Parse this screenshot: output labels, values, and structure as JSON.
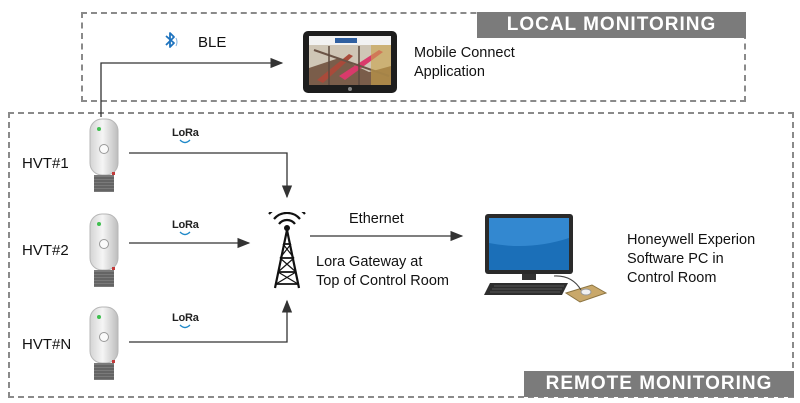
{
  "sections": {
    "local": {
      "title": "LOCAL MONITORING"
    },
    "remote": {
      "title": "REMOTE MONITORING"
    }
  },
  "ble": {
    "icon": "bluetooth-icon",
    "label": "BLE"
  },
  "mobile": {
    "line1": "Mobile Connect",
    "line2": "Application"
  },
  "sensors": [
    {
      "label": "HVT#1",
      "radio": "LoRa"
    },
    {
      "label": "HVT#2",
      "radio": "LoRa"
    },
    {
      "label": "HVT#N",
      "radio": "LoRa"
    }
  ],
  "gateway": {
    "line1": "Lora Gateway at",
    "line2": "Top of Control Room",
    "icon": "radio-tower-icon"
  },
  "link": {
    "label": "Ethernet"
  },
  "pc": {
    "line1": "Honeywell Experion",
    "line2": "Software PC in",
    "line3": "Control Room",
    "icon": "desktop-computer-icon"
  },
  "colors": {
    "banner": "#7b7b7b",
    "dashed": "#8a8a8a",
    "ble_blue": "#1e73be",
    "screen_blue": "#1b6fb8",
    "lora_wave": "#1e88c8"
  }
}
